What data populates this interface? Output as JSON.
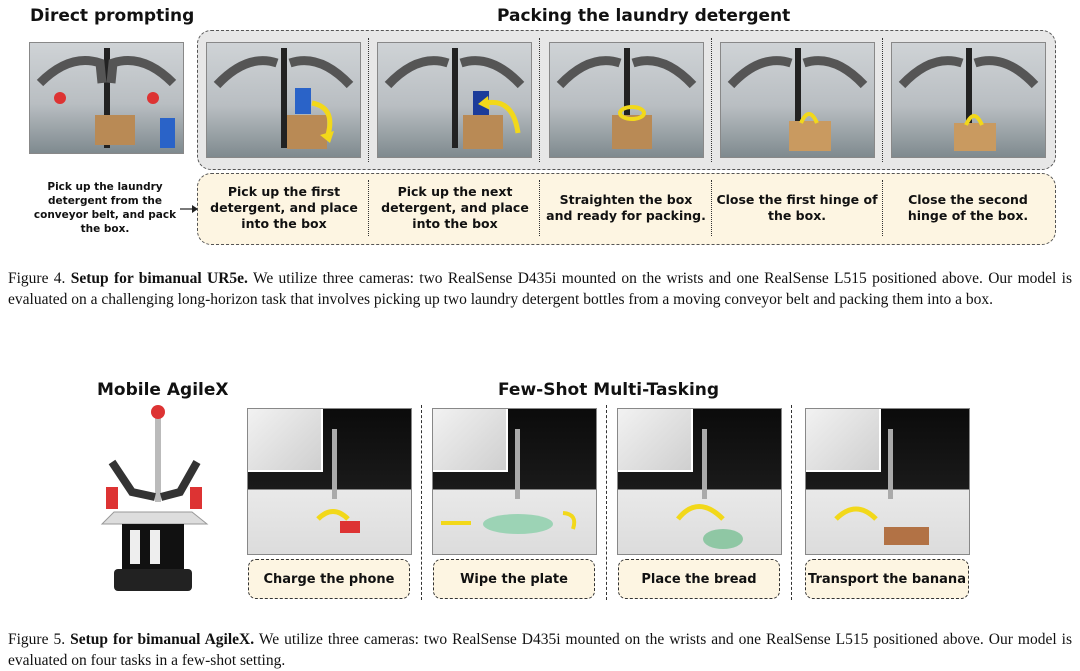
{
  "figure4": {
    "left_title": "Direct prompting",
    "right_title": "Packing the laundry detergent",
    "prompt": "Pick up the laundry detergent from the conveyor belt, and pack the box.",
    "steps": [
      "Pick up the first detergent, and place into the box",
      "Pick up the next detergent, and place into the box",
      "Straighten the box and ready for packing.",
      "Close the first hinge of the box.",
      "Close the second hinge of the box."
    ],
    "caption_label": "Figure 4.",
    "caption_bold": "Setup for bimanual UR5e.",
    "caption_text": "We utilize three cameras: two RealSense D435i mounted on the wrists and one RealSense L515 positioned above. Our model is evaluated on a challenging long-horizon task that involves picking up two laundry detergent bottles from a moving conveyor belt and packing them into a box."
  },
  "figure5": {
    "left_title": "Mobile AgileX",
    "right_title": "Few-Shot Multi-Tasking",
    "tasks": [
      "Charge the phone",
      "Wipe the plate",
      "Place the bread",
      "Transport the banana"
    ],
    "caption_label": "Figure 5.",
    "caption_bold": "Setup for bimanual AgileX.",
    "caption_text": "We utilize three cameras: two RealSense D435i mounted on the wrists and one RealSense L515 positioned above. Our model is evaluated on four tasks in a few-shot setting."
  },
  "colors": {
    "arrow": "#f2d81a",
    "box_fill": "#fdf5e2",
    "panel_fill": "#e7e7e7"
  }
}
